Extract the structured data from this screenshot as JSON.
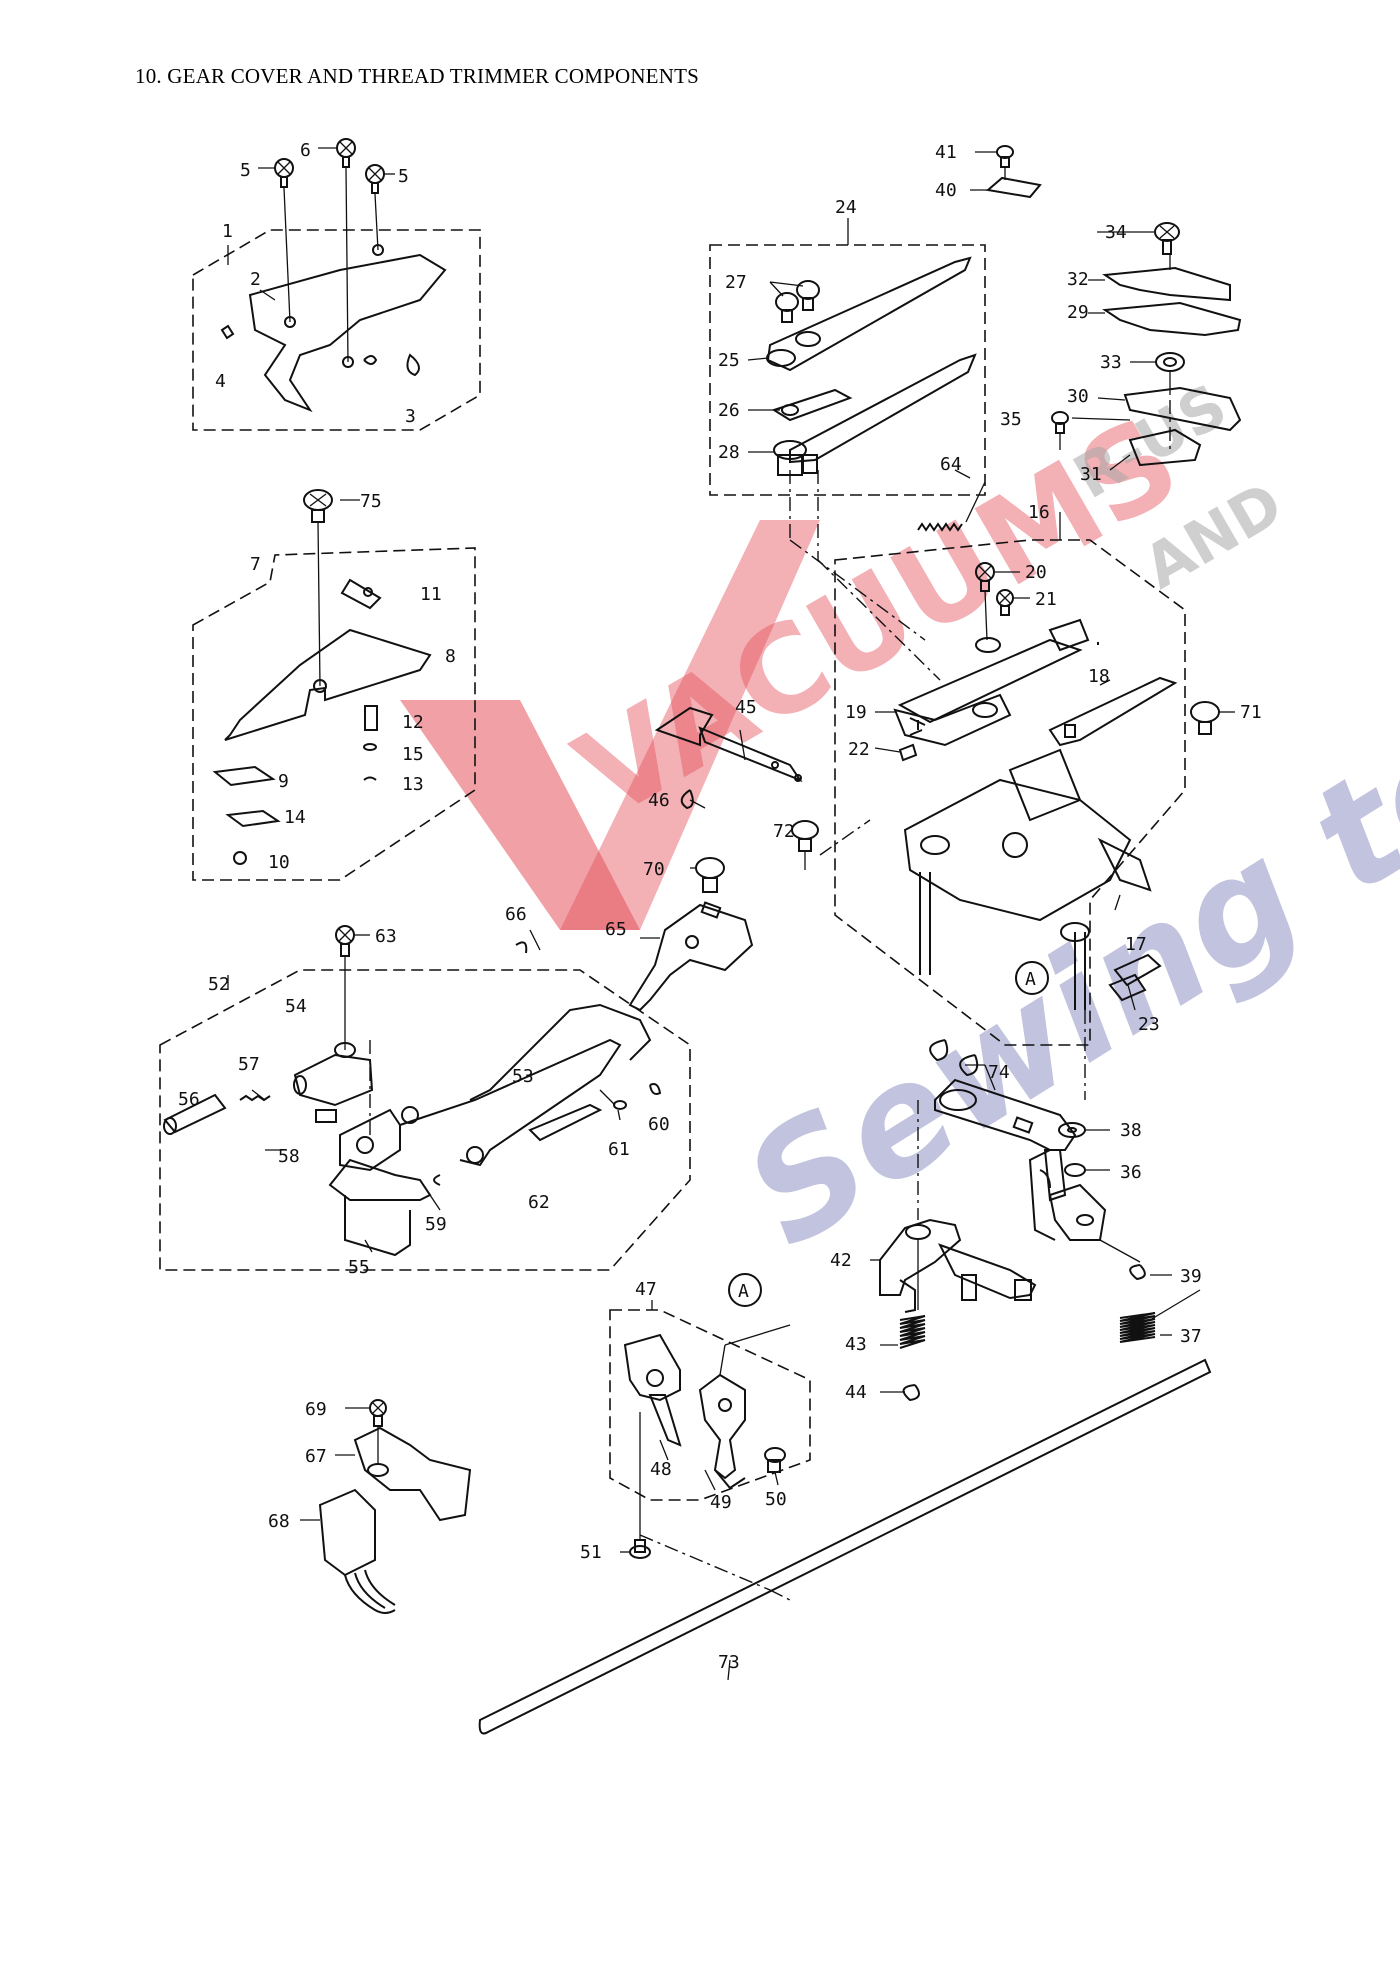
{
  "page": {
    "title": "10. GEAR COVER AND THREAD TRIMMER COMPONENTS"
  },
  "watermark": {
    "line1": "VACUUMS",
    "line2": "R-US",
    "line3": "AND",
    "line4": "Sewing too",
    "red": "#e0343f",
    "blue": "#5f64a8"
  },
  "callout_letter": "A",
  "labels": {
    "p1": "1",
    "p2": "2",
    "p3": "3",
    "p4": "4",
    "p5a": "5",
    "p5b": "5",
    "p6": "6",
    "p7": "7",
    "p8": "8",
    "p9": "9",
    "p10": "10",
    "p11": "11",
    "p12": "12",
    "p13": "13",
    "p14": "14",
    "p15": "15",
    "p16": "16",
    "p17": "17",
    "p18": "18",
    "p19": "19",
    "p20": "20",
    "p21": "21",
    "p22": "22",
    "p23": "23",
    "p24": "24",
    "p25": "25",
    "p26": "26",
    "p27": "27",
    "p28": "28",
    "p29": "29",
    "p30": "30",
    "p31": "31",
    "p32": "32",
    "p33": "33",
    "p34": "34",
    "p35": "35",
    "p36": "36",
    "p37": "37",
    "p38": "38",
    "p39": "39",
    "p40": "40",
    "p41": "41",
    "p42": "42",
    "p43": "43",
    "p44": "44",
    "p45": "45",
    "p46": "46",
    "p47": "47",
    "p48": "48",
    "p49": "49",
    "p50": "50",
    "p51": "51",
    "p52": "52",
    "p53": "53",
    "p54": "54",
    "p55": "55",
    "p56": "56",
    "p57": "57",
    "p58": "58",
    "p59": "59",
    "p60": "60",
    "p61": "61",
    "p62": "62",
    "p63": "63",
    "p64": "64",
    "p65": "65",
    "p66": "66",
    "p67": "67",
    "p68": "68",
    "p69": "69",
    "p70": "70",
    "p71": "71",
    "p72": "72",
    "p73": "73",
    "p74": "74",
    "p75": "75"
  }
}
